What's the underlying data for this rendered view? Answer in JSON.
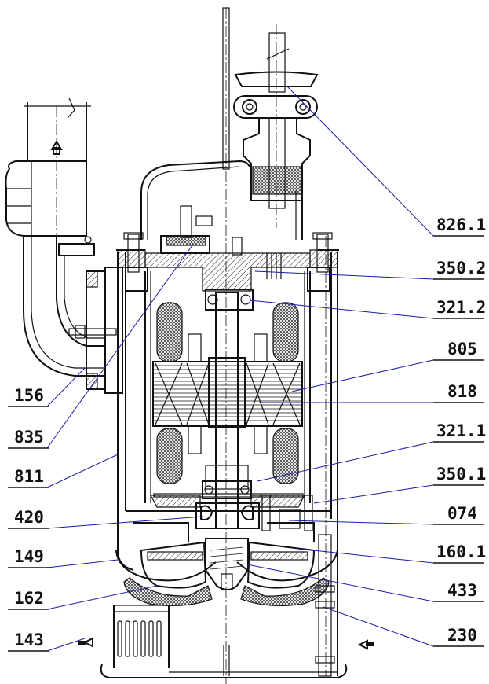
{
  "drawing": {
    "callouts": {
      "c826_1": "826.1",
      "c350_2": "350.2",
      "c321_2": "321.2",
      "c805": "805",
      "c818": "818",
      "c321_1": "321.1",
      "c350_1": "350.1",
      "c074": "074",
      "c160_1": "160.1",
      "c433": "433",
      "c230": "230",
      "c156": "156",
      "c835": "835",
      "c811": "811",
      "c420": "420",
      "c149": "149",
      "c162": "162",
      "c143": "143"
    }
  }
}
